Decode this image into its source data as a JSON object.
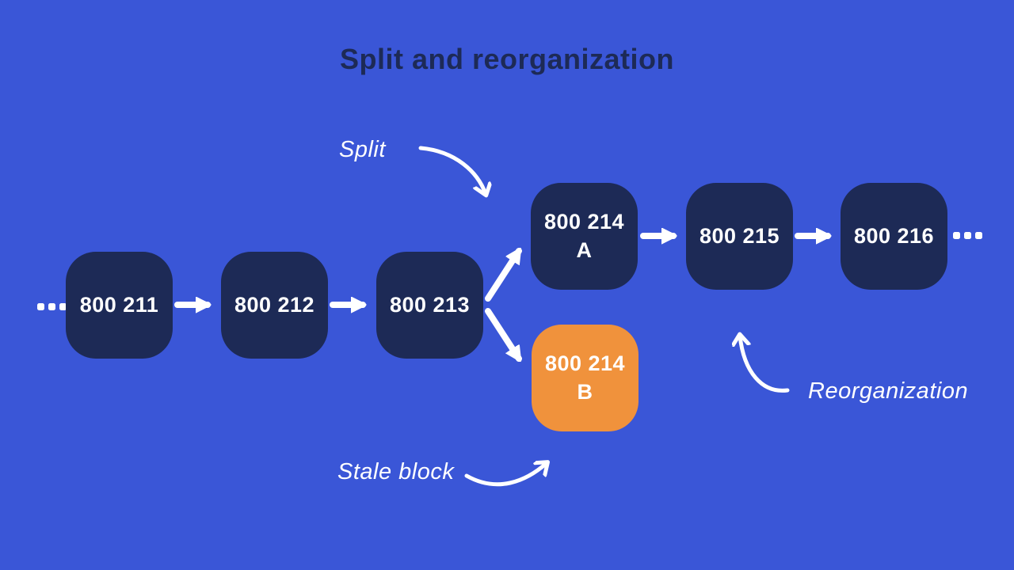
{
  "title": "Split and reorganization",
  "colors": {
    "background": "#3A56D7",
    "block": "#1D2A56",
    "stale_block": "#F0923C",
    "text_on_block": "#FFFFFF",
    "title_text": "#1D2A56",
    "arrows": "#FFFFFF"
  },
  "chain": {
    "leading_ellipsis": "...",
    "trailing_ellipsis": "...",
    "blocks": [
      {
        "id": "800-211",
        "line1": "800 211",
        "line2": "",
        "stale": false
      },
      {
        "id": "800-212",
        "line1": "800 212",
        "line2": "",
        "stale": false
      },
      {
        "id": "800-213",
        "line1": "800 213",
        "line2": "",
        "stale": false
      },
      {
        "id": "800-214-a",
        "line1": "800 214",
        "line2": "A",
        "stale": false
      },
      {
        "id": "800-214-b",
        "line1": "800 214",
        "line2": "B",
        "stale": true
      },
      {
        "id": "800-215",
        "line1": "800 215",
        "line2": "",
        "stale": false
      },
      {
        "id": "800-216",
        "line1": "800 216",
        "line2": "",
        "stale": false
      }
    ]
  },
  "annotations": {
    "split": {
      "label": "Split"
    },
    "stale": {
      "label": "Stale block"
    },
    "reorganization": {
      "label": "Reorganization"
    }
  }
}
